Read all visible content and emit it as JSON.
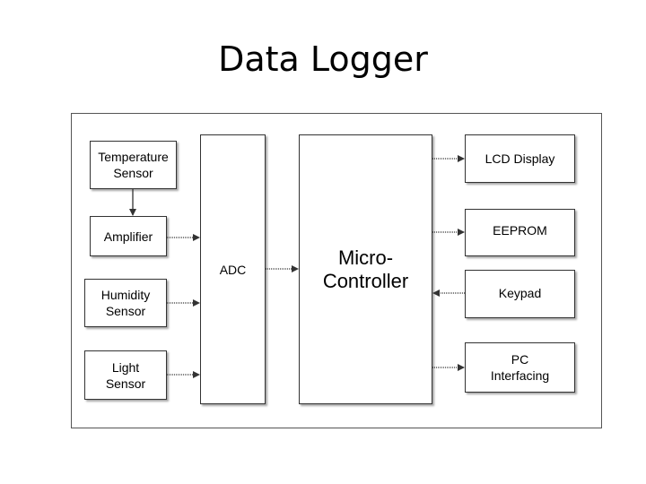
{
  "title": "Data Logger",
  "blocks": {
    "temperature_sensor": "Temperature\nSensor",
    "amplifier": "Amplifier",
    "humidity_sensor": "Humidity\nSensor",
    "light_sensor": "Light\nSensor",
    "adc": "ADC",
    "micro_controller": "Micro-\nController",
    "lcd_display": "LCD Display",
    "eeprom": "EEPROM",
    "keypad": "Keypad",
    "pc_interfacing": "PC\nInterfacing"
  },
  "colors": {
    "line": "#333333",
    "background": "#ffffff"
  }
}
